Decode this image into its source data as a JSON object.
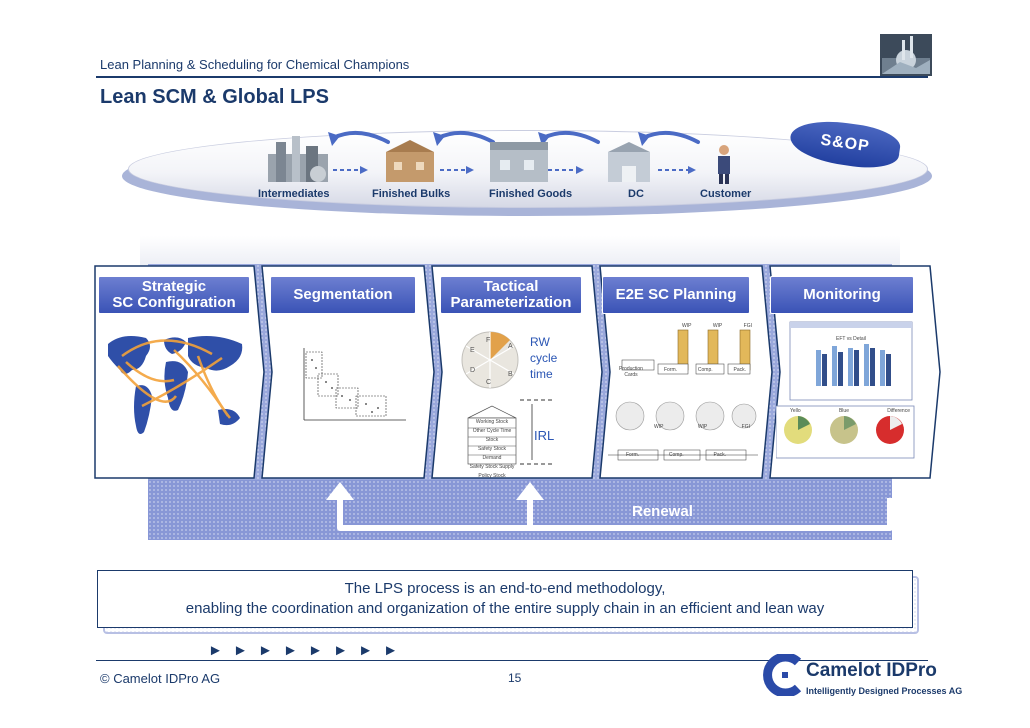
{
  "header": {
    "subtitle": "Lean Planning & Scheduling for Chemical Champions",
    "title": "Lean SCM & Global LPS"
  },
  "supply_chain": {
    "badge": "S&OP",
    "stages": [
      "Intermediates",
      "Finished Bulks",
      "Finished Goods",
      "DC",
      "Customer"
    ]
  },
  "steps": [
    {
      "line1": "Strategic",
      "line2": "SC Configuration"
    },
    {
      "line1": "Segmentation",
      "line2": ""
    },
    {
      "line1": "Tactical",
      "line2": "Parameterization"
    },
    {
      "line1": "E2E SC Planning",
      "line2": ""
    },
    {
      "line1": "Monitoring",
      "line2": ""
    }
  ],
  "tactical": {
    "wheel_letters": [
      "A",
      "B",
      "C",
      "D",
      "E",
      "F"
    ],
    "rw_label_1": "RW",
    "rw_label_2": "cycle",
    "rw_label_3": "time",
    "irl_label": "IRL",
    "stack": [
      "Working Stock",
      "Other Cycle Time Stock",
      "Safety Stock Demand",
      "Safety Stock Supply",
      "Policy Stock"
    ]
  },
  "planning": {
    "top_flags": [
      "WIP",
      "WIP",
      "FGI"
    ],
    "production_cards": "Production Cards",
    "steps_top": [
      "Form.",
      "Comp.",
      "Pack."
    ],
    "bottom_flags": [
      "WIP",
      "WIP",
      "FGI"
    ],
    "steps_bottom": [
      "Form.",
      "Comp.",
      "Pack."
    ]
  },
  "monitoring": {
    "chart_title": "EFT vs Detail",
    "pie_titles": [
      "Yello",
      "Blue",
      "Difference"
    ]
  },
  "renewal": "Renewal",
  "statement": {
    "line1": "The LPS process is an end-to-end methodology,",
    "line2": "enabling the coordination and organization of the entire supply chain in an efficient and lean way"
  },
  "arrows": "► ► ► ► ► ► ► ►",
  "footer": {
    "copyright": "© Camelot IDPro AG",
    "page": "15",
    "brand": "Camelot IDPro",
    "tagline": "Intelligently Designed Processes AG"
  },
  "colors": {
    "navy": "#1b3a6b",
    "step_blue": "#3a53b6",
    "panel_blue": "#9aa8dc"
  }
}
